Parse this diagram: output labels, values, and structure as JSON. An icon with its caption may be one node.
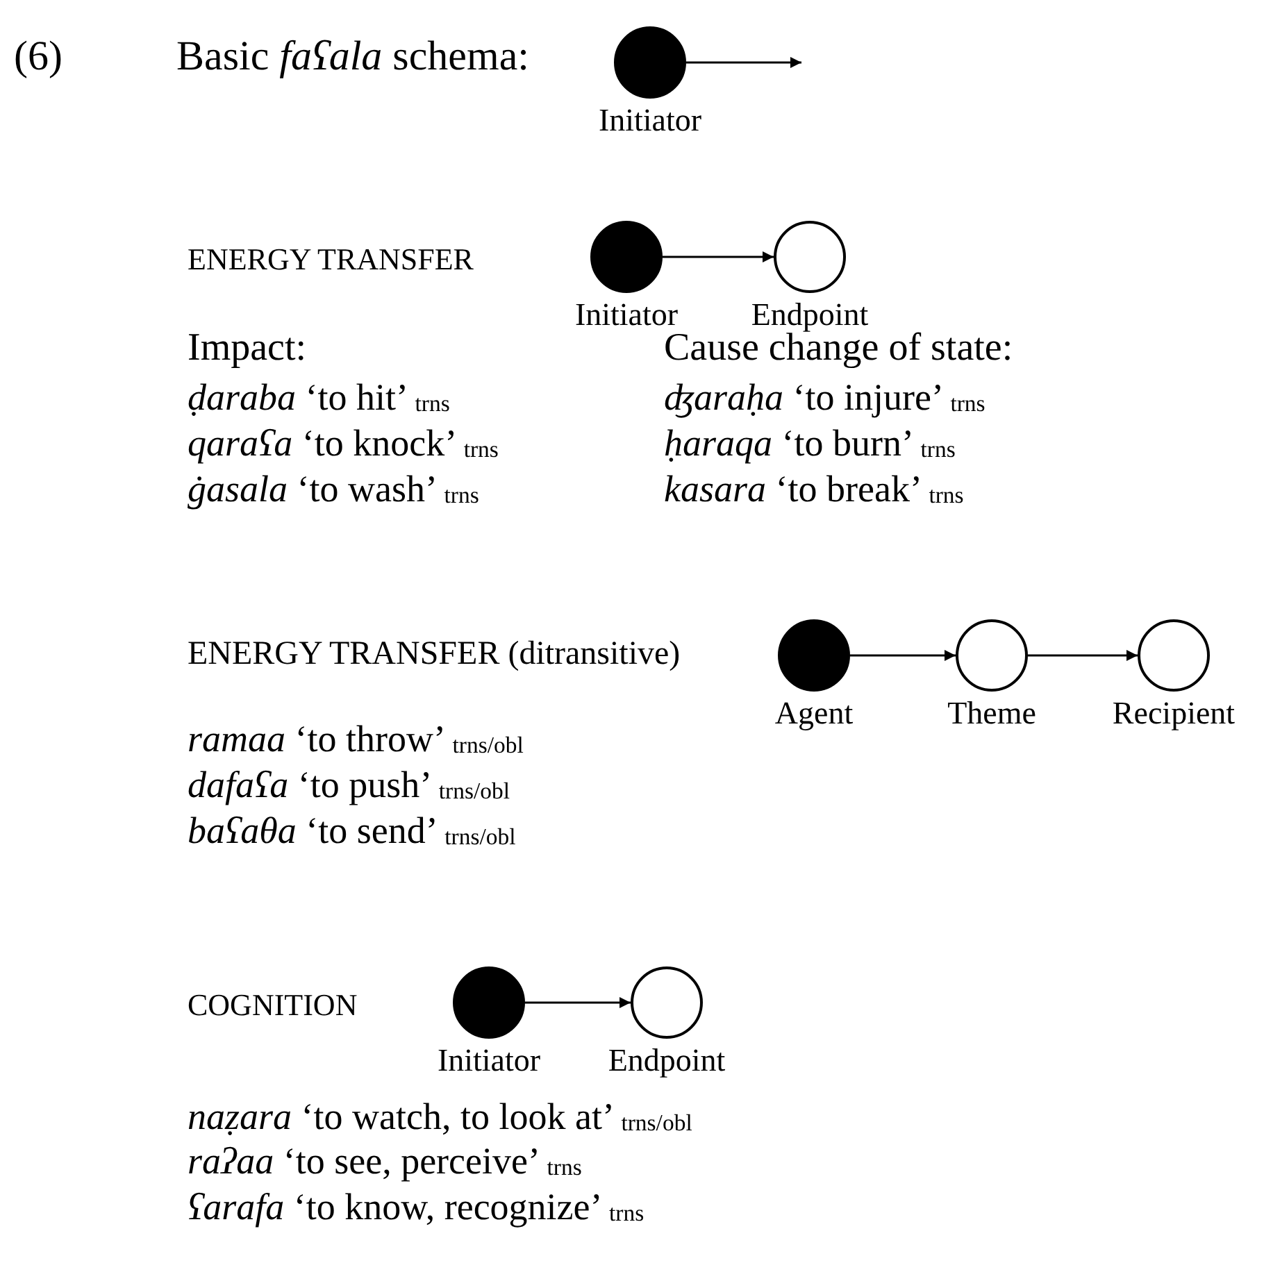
{
  "diagram": {
    "nodes": [
      {
        "text": [
          "Initiator"
        ]
      },
      {
        "text": [
          "Initiator"
        ]
      },
      {
        "text": [
          "Endpoint"
        ]
      },
      {
        "text": [
          "Agent"
        ]
      },
      {
        "text": [
          "Theme"
        ]
      },
      {
        "text": [
          "Recipient"
        ]
      },
      {
        "text": [
          "Initiator"
        ]
      },
      {
        "text": [
          "Endpoint"
        ]
      }
    ],
    "edges": [
      {
        "from": 0,
        "to": null,
        "arrow": "to"
      },
      {
        "from": 1,
        "to": 2,
        "arrow": "to"
      },
      {
        "from": 3,
        "to": 4,
        "arrow": "to"
      },
      {
        "from": 4,
        "to": 5,
        "arrow": "to"
      },
      {
        "from": 6,
        "to": 7,
        "arrow": "to"
      }
    ],
    "labels": [
      "(6)",
      "Basic *faʕala* schema:",
      "ENERGY TRANSFER",
      "Impact:",
      "Cause change of state:",
      "*ḍaraba* ‘to hit’ $_{trns}$",
      "*ʤaraḥa* ‘to injure’ $_{trns}$",
      "*qaraʕa* ‘to knock’ $_{trns}$",
      "*ḥaraqa* ‘to burn’ $_{trns}$",
      "*ġasala* ‘to wash’ $_{trns}$",
      "*kasara* ‘to break’ $_{trns}$",
      "ENERGY TRANSFER (ditransitive)",
      "*ramaa* ‘to throw’ $_{trns/obl}$",
      "*dafaʕa* ‘to push’ $_{trns/obl}$",
      "*baʕaθa* ‘to send’ $_{trns/obl}$",
      "COGNITION",
      "*naẓara* ‘to watch, to look at’ $_{trns/obl}$",
      "*raʔaa* ‘to see, perceive’ $_{trns}$",
      "*ʕarafa* ‘to know, recognize’ $_{trns}$"
    ]
  }
}
